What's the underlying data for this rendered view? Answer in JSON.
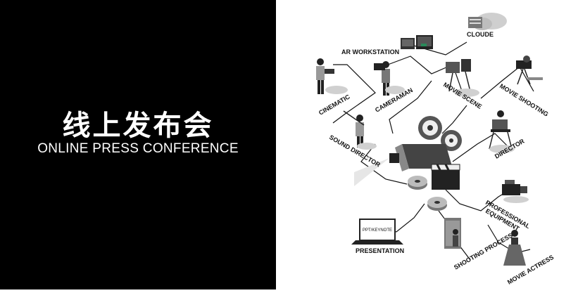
{
  "banner": {
    "title_zh": "线上发布会",
    "title_en": "ONLINE PRESS CONFERENCE"
  },
  "illustration": {
    "labels": {
      "cloude": "CLOUDE",
      "ar_workstation": "AR WORKSTATION",
      "cinematic": "CINEMATIC",
      "cameraman": "CAMERAMAN",
      "movie_scene": "MOVIE SCENE",
      "movie_shooting": "MOVIE SHOOTING",
      "sound_director": "SOUND DIRECTOR",
      "director": "DIRECTOR",
      "professional": "PROFESSIONAL",
      "equipment": "EQUIPMENT",
      "ppt_keynote": "PPT/KEYNOTE",
      "presentation": "PRESENTATION",
      "shooting_process": "SHOOTING PROCESS",
      "movie_actress": "MOVIE ACTRESS"
    }
  },
  "colors": {
    "panel": "#000000",
    "background": "#ffffff",
    "line": "#111111"
  }
}
